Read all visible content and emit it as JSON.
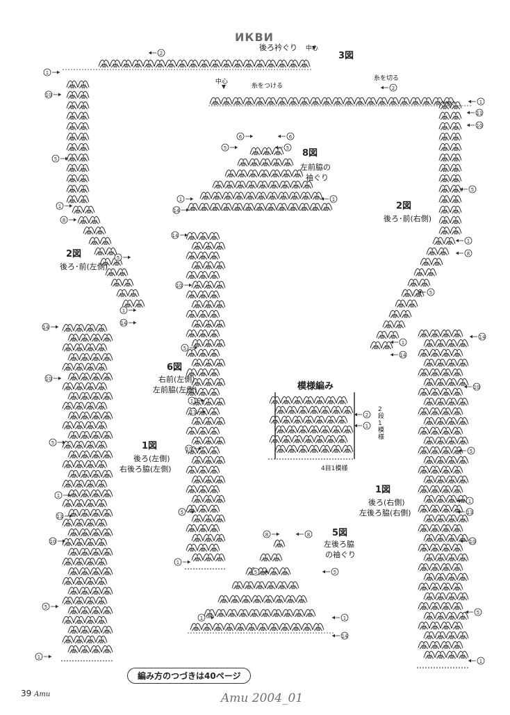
{
  "watermark_top": "ИКВИ",
  "watermark_bottom": "Amu 2004_01",
  "page_number": "39",
  "magazine": "Amu",
  "continuation_note": "編み方のつづきは40ページ",
  "labels": {
    "collar_title": "後ろ衿ぐり",
    "center_left": "中心",
    "center_right": "中心",
    "fig3": "3図",
    "cut_yarn": "糸を切る",
    "attach_yarn": "糸をつける",
    "fig8_num": "8図",
    "fig8_l1": "左前脇の",
    "fig8_l2": "袖ぐり",
    "fig2r_num": "2図",
    "fig2r_l1": "後ろ･前(右側)",
    "fig2l_num": "2図",
    "fig2l_l1": "後ろ･前(左側)",
    "fig6_num": "6図",
    "fig6_l1": "右前(左側)",
    "fig6_l2": "左前脇(左側)",
    "pattern_title": "模様編み",
    "pattern_rows": "2段1模様",
    "pattern_repeat": "4目1模様",
    "fig1l_num": "1図",
    "fig1l_l1": "後ろ(左側)",
    "fig1l_l2": "右後ろ脇(左側)",
    "fig1r_num": "1図",
    "fig1r_l1": "後ろ(右側)",
    "fig1r_l2": "左後ろ脇(右側)",
    "fig5_num": "5図",
    "fig5_l1": "左後ろ脇",
    "fig5_l2": "の袖ぐり"
  }
}
